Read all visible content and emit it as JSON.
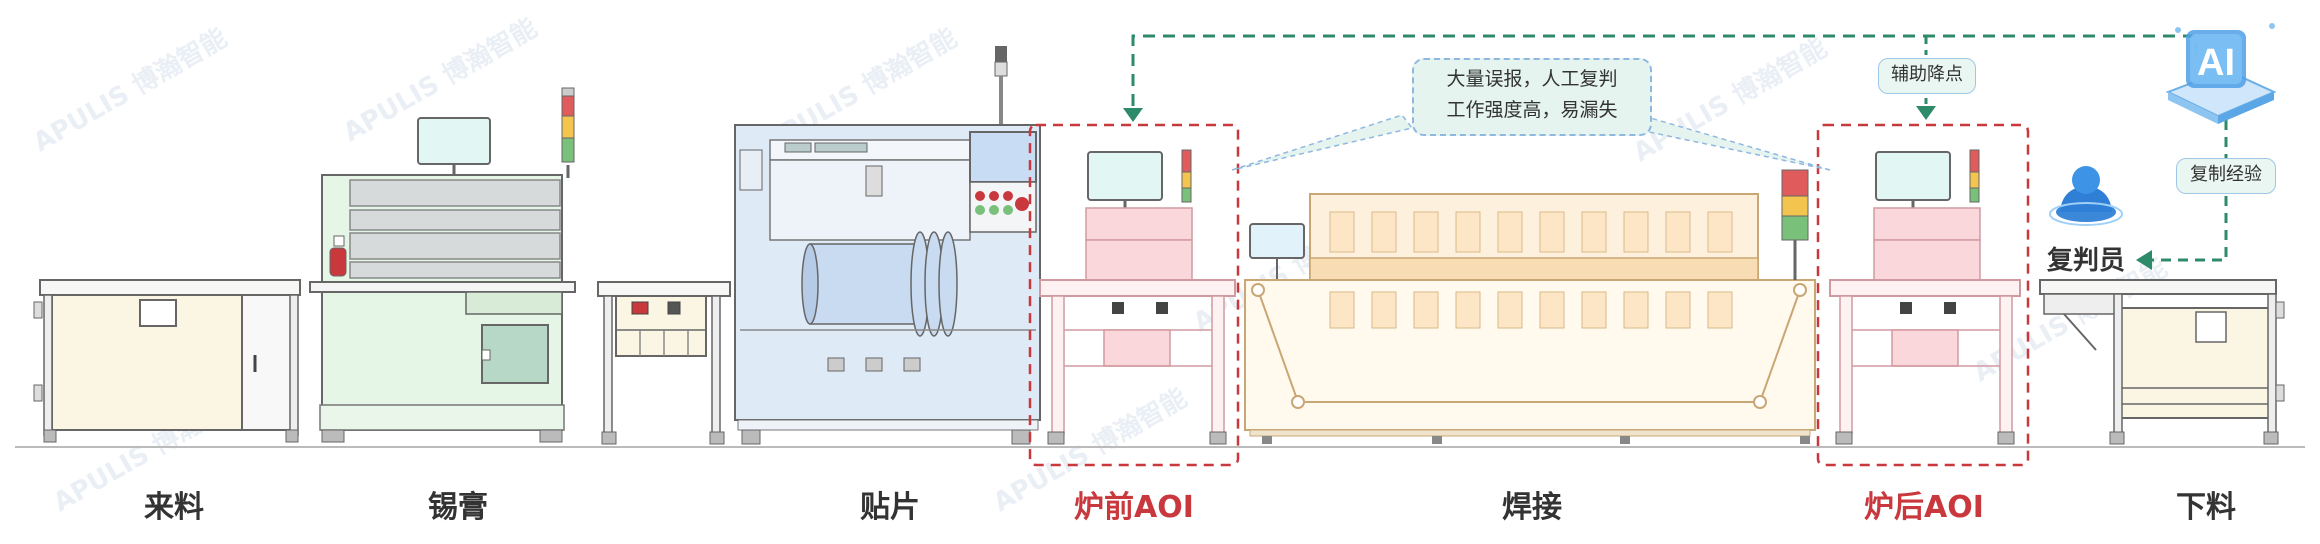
{
  "stations": {
    "feed": "来料",
    "paste": "锡膏",
    "placement": "贴片",
    "pre_aoi": "炉前AOI",
    "reflow": "焊接",
    "post_aoi": "炉后AOI",
    "unload": "下料"
  },
  "callouts": {
    "problem_line1": "大量误报，人工复判",
    "problem_line2": "工作强度高，易漏失",
    "assist": "辅助降点",
    "copy": "复制经验",
    "reviewer": "复判员"
  },
  "watermark": {
    "brand_en": "APULIS",
    "brand_cn": "博瀚智能"
  },
  "icons": {
    "ai_logo": "AI",
    "reviewer_icon": "person-icon"
  },
  "colors": {
    "dashed_red": "#c8383c",
    "dashed_green": "#2e8b6a",
    "machine_blue": "#dce8f6",
    "reflow_orange": "#fdebd0",
    "aoi_pink": "#f9d7da"
  }
}
